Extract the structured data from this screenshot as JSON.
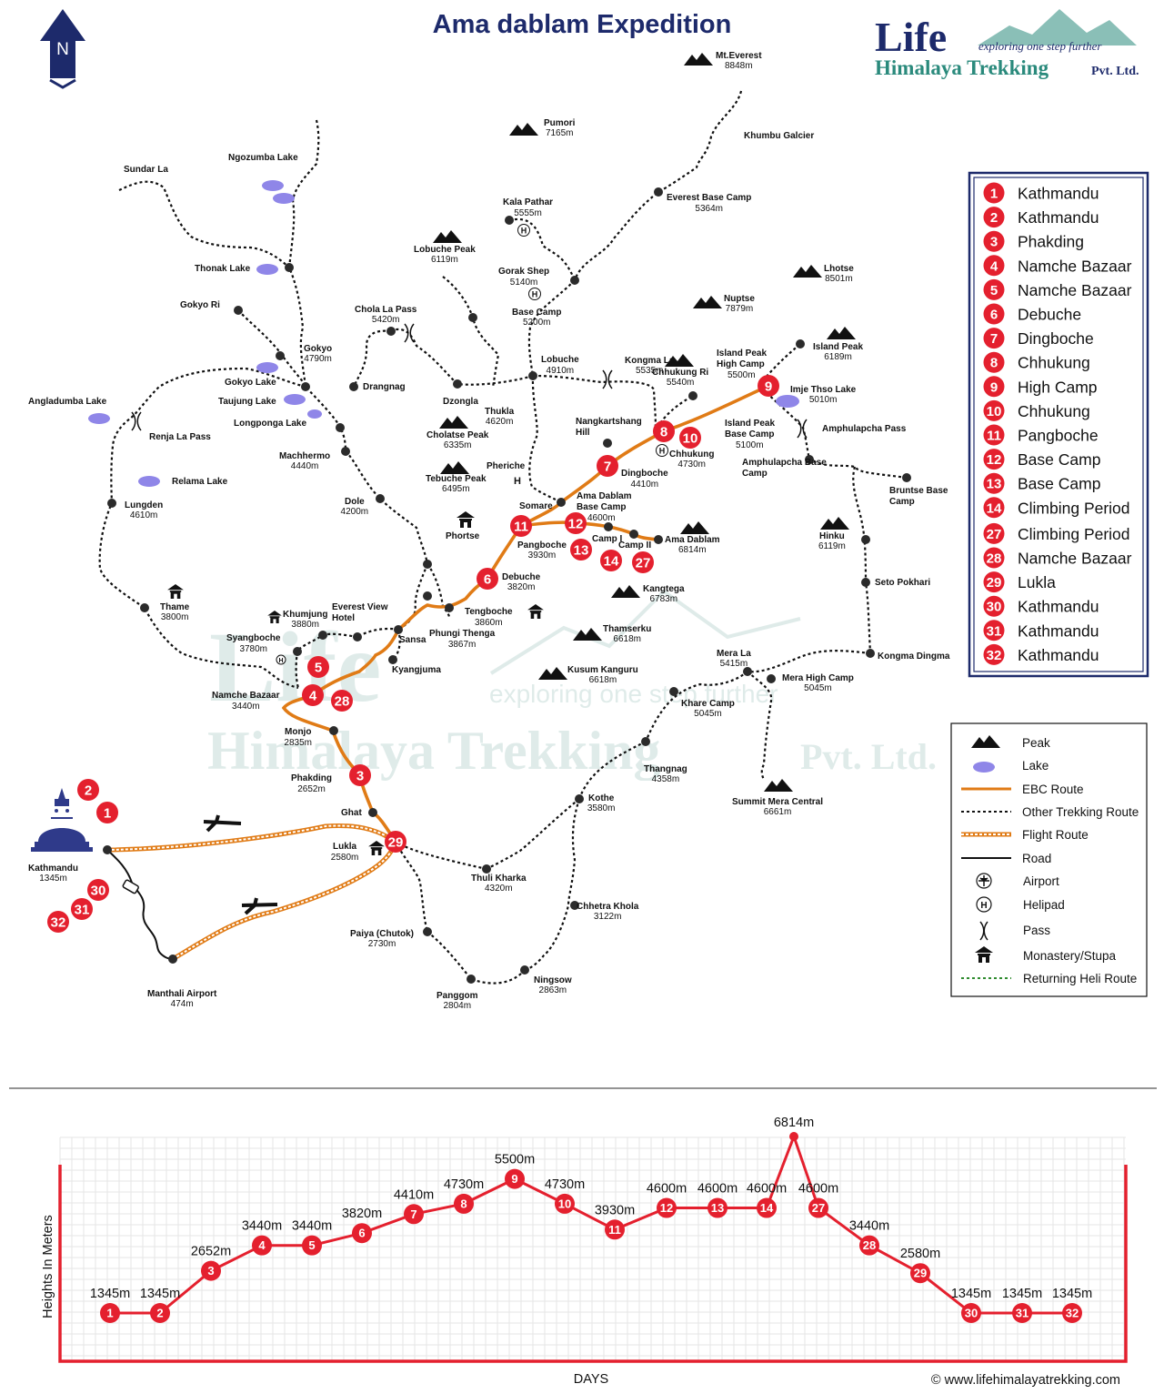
{
  "title": "Ama dablam Expedition",
  "north": "N",
  "logo": {
    "brand": "Life",
    "tagline": "exploring one step further",
    "company": "Himalaya Trekking",
    "suffix": "Pvt. Ltd."
  },
  "watermark": {
    "brand": "Life",
    "tagline": "exploring one step further",
    "company": "Himalaya Trekking",
    "suffix": "Pvt. Ltd."
  },
  "places": [
    {
      "name": "Mt.Everest",
      "alt": "8848m"
    },
    {
      "name": "Pumori",
      "alt": "7165m"
    },
    {
      "name": "Khumbu Galcier",
      "alt": ""
    },
    {
      "name": "Sundar La",
      "alt": ""
    },
    {
      "name": "Ngozumba Lake",
      "alt": ""
    },
    {
      "name": "Kala Pathar",
      "alt": "5555m"
    },
    {
      "name": "Everest Base Camp",
      "alt": "5364m"
    },
    {
      "name": "Lobuche Peak",
      "alt": "6119m"
    },
    {
      "name": "Gorak Shep",
      "alt": "5140m"
    },
    {
      "name": "Thonak Lake",
      "alt": ""
    },
    {
      "name": "Lhotse",
      "alt": "8501m"
    },
    {
      "name": "Nuptse",
      "alt": "7879m"
    },
    {
      "name": "Gokyo Ri",
      "alt": ""
    },
    {
      "name": "Chola La Pass",
      "alt": "5420m"
    },
    {
      "name": "Base Camp",
      "alt": "5200m"
    },
    {
      "name": "Gokyo",
      "alt": "4790m"
    },
    {
      "name": "Lobuche",
      "alt": "4910m"
    },
    {
      "name": "Kongma La",
      "alt": "5535m"
    },
    {
      "name": "Chhukung Ri",
      "alt": "5540m"
    },
    {
      "name": "Island Peak High Camp",
      "alt": "5500m"
    },
    {
      "name": "Island Peak",
      "alt": "6189m"
    },
    {
      "name": "Gokyo Lake",
      "alt": ""
    },
    {
      "name": "Drangnag",
      "alt": ""
    },
    {
      "name": "Dzongla",
      "alt": ""
    },
    {
      "name": "Imje Thso Lake",
      "alt": "5010m"
    },
    {
      "name": "Angladumba Lake",
      "alt": ""
    },
    {
      "name": "Taujung Lake",
      "alt": ""
    },
    {
      "name": "Thukla",
      "alt": "4620m"
    },
    {
      "name": "Longponga Lake",
      "alt": ""
    },
    {
      "name": "Renja La Pass",
      "alt": ""
    },
    {
      "name": "Nangkartshang Hill",
      "alt": ""
    },
    {
      "name": "Island Peak Base Camp",
      "alt": "5100m"
    },
    {
      "name": "Amphulapcha Pass",
      "alt": ""
    },
    {
      "name": "Cholatse Peak",
      "alt": "6335m"
    },
    {
      "name": "Chhukung",
      "alt": "4730m"
    },
    {
      "name": "Machhermo",
      "alt": "4440m"
    },
    {
      "name": "Pheriche",
      "alt": ""
    },
    {
      "name": "Dingboche",
      "alt": "4410m"
    },
    {
      "name": "Amphulapcha Base Camp",
      "alt": ""
    },
    {
      "name": "Relama Lake",
      "alt": ""
    },
    {
      "name": "Tebuche Peak",
      "alt": "6495m"
    },
    {
      "name": "Bruntse Base Camp",
      "alt": ""
    },
    {
      "name": "Dole",
      "alt": "4200m"
    },
    {
      "name": "Somare",
      "alt": ""
    },
    {
      "name": "Ama Dablam Base Camp",
      "alt": "4600m"
    },
    {
      "name": "Lungden",
      "alt": "4610m"
    },
    {
      "name": "Hinku",
      "alt": "6119m"
    },
    {
      "name": "Camp I",
      "alt": ""
    },
    {
      "name": "Camp II",
      "alt": ""
    },
    {
      "name": "Ama Dablam",
      "alt": "6814m"
    },
    {
      "name": "Phortse",
      "alt": ""
    },
    {
      "name": "Pangboche",
      "alt": "3930m"
    },
    {
      "name": "Debuche",
      "alt": "3820m"
    },
    {
      "name": "Seto Pokhari",
      "alt": ""
    },
    {
      "name": "Kangtega",
      "alt": "6783m"
    },
    {
      "name": "Thame",
      "alt": "3800m"
    },
    {
      "name": "Khumjung",
      "alt": "3880m"
    },
    {
      "name": "Everest View Hotel",
      "alt": ""
    },
    {
      "name": "Tengboche",
      "alt": "3860m"
    },
    {
      "name": "Syangboche",
      "alt": "3780m"
    },
    {
      "name": "Phungi Thenga",
      "alt": "3867m"
    },
    {
      "name": "Thamserku",
      "alt": "6618m"
    },
    {
      "name": "Sansa",
      "alt": ""
    },
    {
      "name": "Mera La",
      "alt": "5415m"
    },
    {
      "name": "Kongma Dingma",
      "alt": ""
    },
    {
      "name": "Kyangjuma",
      "alt": ""
    },
    {
      "name": "Kusum Kanguru",
      "alt": "6618m"
    },
    {
      "name": "Mera High Camp",
      "alt": "5045m"
    },
    {
      "name": "Namche Bazaar",
      "alt": "3440m"
    },
    {
      "name": "Khare Camp",
      "alt": "5045m"
    },
    {
      "name": "Monjo",
      "alt": "2835m"
    },
    {
      "name": "Thangnag",
      "alt": "4358m"
    },
    {
      "name": "Phakding",
      "alt": "2652m"
    },
    {
      "name": "Summit Mera Central",
      "alt": "6661m"
    },
    {
      "name": "Kothe",
      "alt": "3580m"
    },
    {
      "name": "Ghat",
      "alt": ""
    },
    {
      "name": "Lukla",
      "alt": "2580m"
    },
    {
      "name": "Kathmandu",
      "alt": "1345m"
    },
    {
      "name": "Thuli Kharka",
      "alt": "4320m"
    },
    {
      "name": "Chhetra Khola",
      "alt": "3122m"
    },
    {
      "name": "Paiya (Chutok)",
      "alt": "2730m"
    },
    {
      "name": "Manthali Airport",
      "alt": "474m"
    },
    {
      "name": "Ningsow",
      "alt": "2863m"
    },
    {
      "name": "Panggom",
      "alt": "2804m"
    },
    {
      "name": "Helipad",
      "alt": ""
    }
  ],
  "itinerary": [
    {
      "day": "1",
      "place": "Kathmandu"
    },
    {
      "day": "2",
      "place": "Kathmandu"
    },
    {
      "day": "3",
      "place": "Phakding"
    },
    {
      "day": "4",
      "place": "Namche Bazaar"
    },
    {
      "day": "5",
      "place": "Namche Bazaar"
    },
    {
      "day": "6",
      "place": "Debuche"
    },
    {
      "day": "7",
      "place": "Dingboche"
    },
    {
      "day": "8",
      "place": "Chhukung"
    },
    {
      "day": "9",
      "place": "High Camp"
    },
    {
      "day": "10",
      "place": "Chhukung"
    },
    {
      "day": "11",
      "place": "Pangboche"
    },
    {
      "day": "12",
      "place": "Base Camp"
    },
    {
      "day": "13",
      "place": "Base Camp"
    },
    {
      "day": "14",
      "place": "Climbing Period"
    },
    {
      "day": "27",
      "place": "Climbing Period"
    },
    {
      "day": "28",
      "place": "Namche Bazaar"
    },
    {
      "day": "29",
      "place": "Lukla"
    },
    {
      "day": "30",
      "place": "Kathmandu"
    },
    {
      "day": "31",
      "place": "Kathmandu"
    },
    {
      "day": "32",
      "place": "Kathmandu"
    }
  ],
  "legend": [
    {
      "key": "peak",
      "label": "Peak"
    },
    {
      "key": "lake",
      "label": "Lake"
    },
    {
      "key": "ebc",
      "label": "EBC Route"
    },
    {
      "key": "other",
      "label": "Other Trekking Route"
    },
    {
      "key": "flight",
      "label": "Flight Route"
    },
    {
      "key": "road",
      "label": "Road"
    },
    {
      "key": "airport",
      "label": "Airport"
    },
    {
      "key": "helipad",
      "label": "Helipad"
    },
    {
      "key": "pass",
      "label": "Pass"
    },
    {
      "key": "monastery",
      "label": "Monastery/Stupa"
    },
    {
      "key": "heli",
      "label": "Returning Heli Route"
    }
  ],
  "colors": {
    "route": "#e07b16",
    "marker": "#e4202e",
    "legend_border": "#1d2a6b",
    "lake": "#8f86e8",
    "profile_frame": "#e4202e"
  },
  "profile": {
    "ylabel": "Heights In Meters",
    "xlabel": "DAYS",
    "points": [
      {
        "day": "1",
        "alt": 1345,
        "label": "1345m"
      },
      {
        "day": "2",
        "alt": 1345,
        "label": "1345m"
      },
      {
        "day": "3",
        "alt": 2652,
        "label": "2652m"
      },
      {
        "day": "4",
        "alt": 3440,
        "label": "3440m"
      },
      {
        "day": "5",
        "alt": 3440,
        "label": "3440m"
      },
      {
        "day": "6",
        "alt": 3820,
        "label": "3820m"
      },
      {
        "day": "7",
        "alt": 4410,
        "label": "4410m"
      },
      {
        "day": "8",
        "alt": 4730,
        "label": "4730m"
      },
      {
        "day": "9",
        "alt": 5500,
        "label": "5500m"
      },
      {
        "day": "10",
        "alt": 4730,
        "label": "4730m"
      },
      {
        "day": "11",
        "alt": 3930,
        "label": "3930m"
      },
      {
        "day": "12",
        "alt": 4600,
        "label": "4600m"
      },
      {
        "day": "13",
        "alt": 4600,
        "label": "4600m"
      },
      {
        "day": "14",
        "alt": 4600,
        "label": "4600m"
      },
      {
        "day": "",
        "alt": 6814,
        "label": "6814m"
      },
      {
        "day": "27",
        "alt": 4600,
        "label": "4600m"
      },
      {
        "day": "28",
        "alt": 3440,
        "label": "3440m"
      },
      {
        "day": "29",
        "alt": 2580,
        "label": "2580m"
      },
      {
        "day": "30",
        "alt": 1345,
        "label": "1345m"
      },
      {
        "day": "31",
        "alt": 1345,
        "label": "1345m"
      },
      {
        "day": "32",
        "alt": 1345,
        "label": "1345m"
      }
    ]
  },
  "copyright": "© www.lifehimalayatrekking.com"
}
